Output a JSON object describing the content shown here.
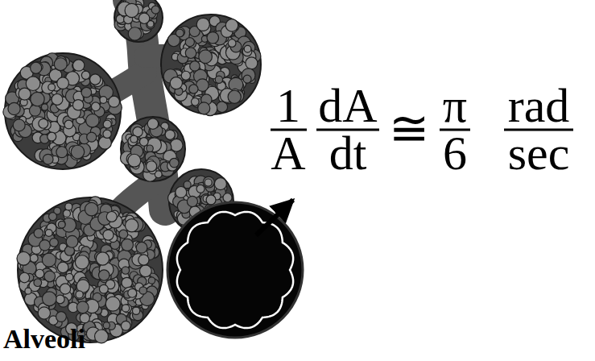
{
  "diagram": {
    "labels": [
      "Alveoli",
      "1",
      "A",
      "dA",
      "dt",
      "≅",
      "π",
      "6",
      "rad",
      "sec"
    ]
  }
}
